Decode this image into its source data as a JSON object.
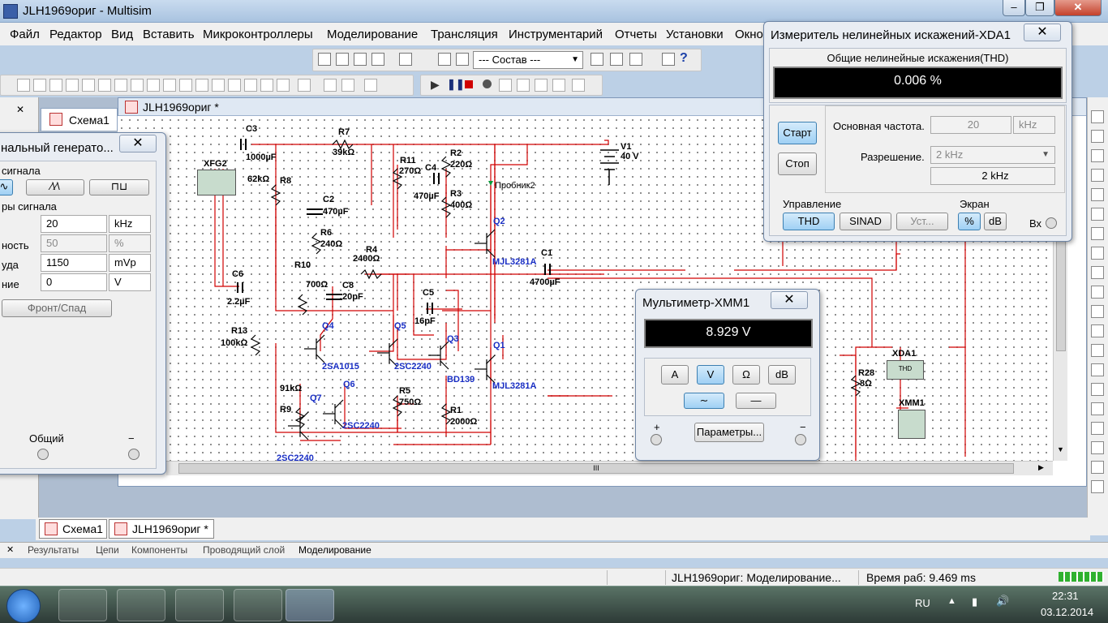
{
  "app": {
    "title": "JLH1969ориг - Multisim"
  },
  "menu": [
    "Файл",
    "Редактор",
    "Вид",
    "Вставить",
    "Микроконтроллеры",
    "Моделирование",
    "Трансляция",
    "Инструментарий",
    "Отчеты",
    "Установки",
    "Окно"
  ],
  "toolbar": {
    "sostav": "--- Состав ---"
  },
  "document": {
    "title": "JLH1969ориг *",
    "tab_top": "Схема1"
  },
  "schematic": {
    "components": [
      {
        "name": "C3",
        "value": "1000µF"
      },
      {
        "name": "R7",
        "value": "39kΩ"
      },
      {
        "name": "V1",
        "value": "40 V"
      },
      {
        "name": "XFG2",
        "value": ""
      },
      {
        "name": "R8",
        "value": "62kΩ"
      },
      {
        "name": "R11",
        "value": "270Ω"
      },
      {
        "name": "R2",
        "value": "220Ω"
      },
      {
        "name": "C4",
        "value": "470µF"
      },
      {
        "name": "R3",
        "value": "400Ω"
      },
      {
        "name": "C2",
        "value": "470µF"
      },
      {
        "name": "R6",
        "value": "240Ω"
      },
      {
        "name": "R4",
        "value": "2400Ω"
      },
      {
        "name": "R10",
        "value": "700Ω"
      },
      {
        "name": "C8",
        "value": "20pF"
      },
      {
        "name": "C6",
        "value": "2.2µF"
      },
      {
        "name": "C5",
        "value": "16pF"
      },
      {
        "name": "C1",
        "value": "4700µF"
      },
      {
        "name": "R13",
        "value": "100kΩ"
      },
      {
        "name": "R9",
        "value": "91kΩ"
      },
      {
        "name": "R5",
        "value": "750Ω"
      },
      {
        "name": "R1",
        "value": "2000Ω"
      },
      {
        "name": "R28",
        "value": "8Ω"
      }
    ],
    "transistors": [
      {
        "name": "Q2",
        "model": "MJL3281A"
      },
      {
        "name": "Q4",
        "model": "2SA1015"
      },
      {
        "name": "Q5",
        "model": "2SC2240"
      },
      {
        "name": "Q3",
        "model": "BD139"
      },
      {
        "name": "Q1",
        "model": "MJL3281A"
      },
      {
        "name": "Q6",
        "model": "2SC2240"
      },
      {
        "name": "Q7",
        "model": "2SC2240"
      }
    ],
    "probe": "Пробник2",
    "xda_label": "XDA1",
    "xmm_label": "XMM1",
    "thd_text": "THD"
  },
  "function_generator": {
    "title": "нальный генерато...",
    "section_signal": "сигнала",
    "section_params": "ры сигнала",
    "rows": [
      {
        "label": "",
        "value": "20",
        "unit": "kHz"
      },
      {
        "label": "ность",
        "value": "50",
        "unit": "%"
      },
      {
        "label": "уда",
        "value": "1150",
        "unit": "mVp"
      },
      {
        "label": "ние",
        "value": "0",
        "unit": "V"
      }
    ],
    "rise_fall": "Фронт/Спад",
    "common": "Общий",
    "minus": "−"
  },
  "distortion_analyzer": {
    "title": "Измеритель нелинейных искажений-XDA1",
    "thd_header": "Общие нелинейные искажения(THD)",
    "reading": "0.006 %",
    "start": "Старт",
    "stop": "Стоп",
    "fundamental_label": "Основная частота.",
    "fundamental_value": "20",
    "fundamental_unit": "kHz",
    "resolution_label": "Разрешение.",
    "resolution_value": "2 kHz",
    "resolution_text": "2 kHz",
    "control_label": "Управление",
    "btn_thd": "THD",
    "btn_sinad": "SINAD",
    "btn_settings": "Уст...",
    "display_label": "Экран",
    "btn_percent": "%",
    "btn_db": "dB",
    "input_label": "Вх"
  },
  "multimeter": {
    "title": "Мультиметр-XMM1",
    "reading": "8.929 V",
    "btn_a": "A",
    "btn_v": "V",
    "btn_ohm": "Ω",
    "btn_db": "dB",
    "params": "Параметры...",
    "plus": "+",
    "minus": "−"
  },
  "doc_tabs": [
    "Схема1",
    "JLH1969ориг *"
  ],
  "output_tabs": [
    "Результаты",
    "Цепи",
    "Компоненты",
    "Проводящий слой",
    "Моделирование"
  ],
  "status": {
    "file": "JLH1969ориг: Моделирование...",
    "time": "Время раб: 9.469 ms"
  },
  "tray": {
    "lang": "RU",
    "time": "22:31",
    "date": "03.12.2014"
  }
}
